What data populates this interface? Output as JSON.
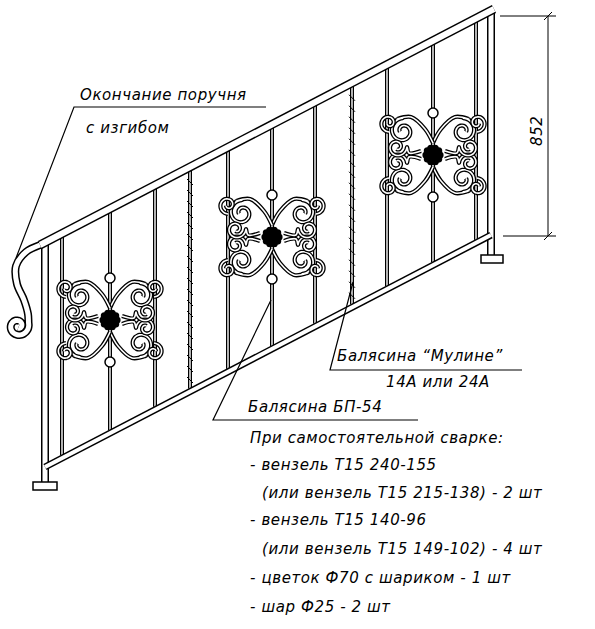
{
  "diagram": {
    "labels": [
      "Окончание поручня",
      "с изгибом",
      "852",
      "Балясина “Мулине”",
      "14А или 24А",
      "Балясина БП-54",
      "При самостоятельной сварке:",
      "- вензель Т15 240-155",
      "(или вензель Т15 215-138) - 2 шт",
      "- вензель Т15 140-96",
      "(или вензель Т15 149-102) - 4 шт",
      "- цветок Ф70 с шариком - 1 шт",
      "- шар Ф25 - 2 шт"
    ]
  }
}
